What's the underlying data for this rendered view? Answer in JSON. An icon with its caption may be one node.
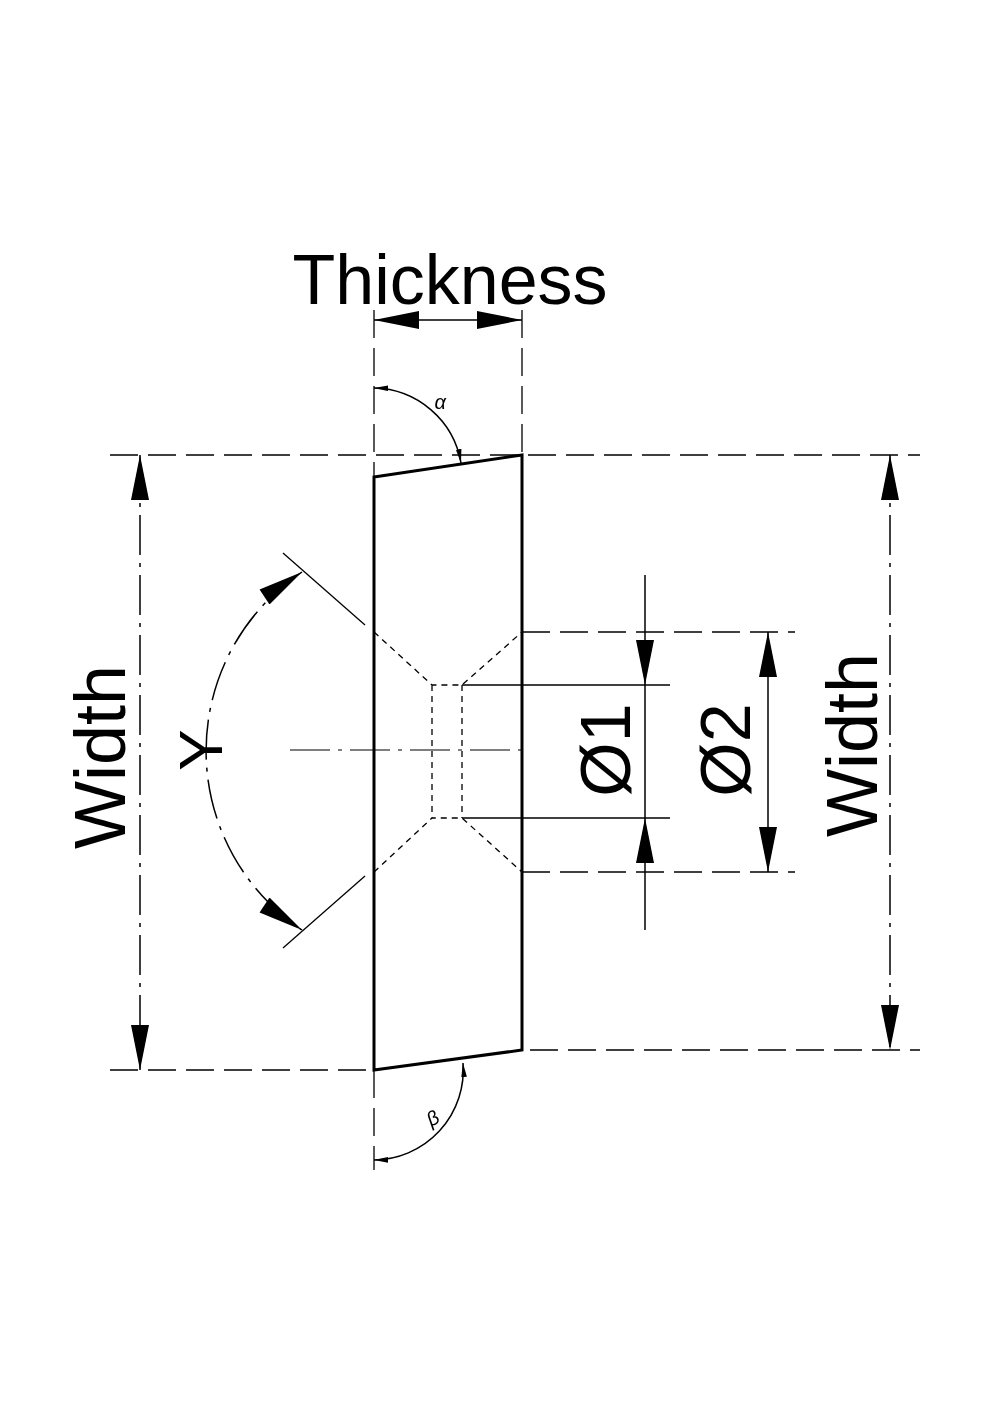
{
  "diagram": {
    "labels": [
      "Thickness",
      "α",
      "Width",
      "Y",
      "Ø1",
      "Ø2",
      "Width",
      "β"
    ]
  }
}
